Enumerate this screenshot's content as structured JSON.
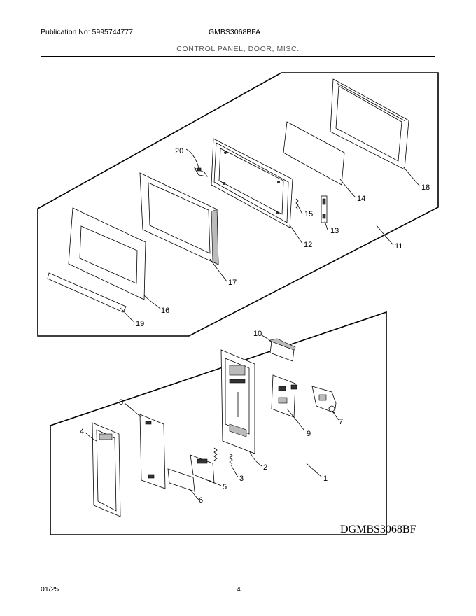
{
  "header": {
    "publication": "Publication No: 5995744777",
    "model": "GMBS3068BFA",
    "section": "CONTROL PANEL, DOOR, MISC."
  },
  "callouts": [
    "20",
    "18",
    "14",
    "15",
    "13",
    "12",
    "11",
    "17",
    "16",
    "19",
    "10",
    "8",
    "4",
    "7",
    "9",
    "2",
    "3",
    "5",
    "6",
    "1"
  ],
  "drawing_id": "DGMBS3068BF",
  "footer": {
    "date": "01/25",
    "page": "4"
  }
}
